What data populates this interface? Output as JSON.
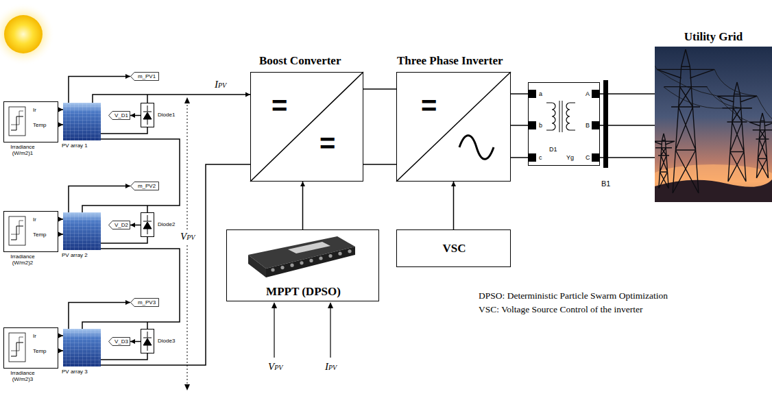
{
  "diagram": {
    "nodes": [
      {
        "text": [
          "Ir",
          "Temp",
          "Irradiance (W/m2)1"
        ]
      },
      {
        "text": [
          "PV array 1"
        ]
      },
      {
        "text": [
          "m_PV1"
        ]
      },
      {
        "text": [
          "V_D1"
        ]
      },
      {
        "text": [
          "Diode1"
        ]
      },
      {
        "text": [
          "Ir",
          "Temp",
          "Irradiance (W/m2)2"
        ]
      },
      {
        "text": [
          "PV array 2"
        ]
      },
      {
        "text": [
          "m_PV2"
        ]
      },
      {
        "text": [
          "V_D2"
        ]
      },
      {
        "text": [
          "Diode2"
        ]
      },
      {
        "text": [
          "Ir",
          "Temp",
          "Irradiance (W/m2)3"
        ]
      },
      {
        "text": [
          "PV array 3"
        ]
      },
      {
        "text": [
          "m_PV3"
        ]
      },
      {
        "text": [
          "V_D3"
        ]
      },
      {
        "text": [
          "Diode3"
        ]
      },
      {
        "text": [
          "Boost Converter",
          "=",
          "="
        ]
      },
      {
        "text": [
          "Three Phase Inverter",
          "="
        ]
      },
      {
        "text": [
          "a",
          "b",
          "c",
          "D1",
          "Yg",
          "A",
          "B",
          "C"
        ]
      },
      {
        "text": [
          "B1"
        ]
      },
      {
        "text": [
          "Utility Grid"
        ]
      },
      {
        "text": [
          "MPPT (DPSO)"
        ]
      },
      {
        "text": [
          "VSC"
        ]
      }
    ],
    "edges": [
      {
        "from": 0,
        "to": 1,
        "arrow": "to"
      },
      {
        "from": 1,
        "to": 2,
        "arrow": "to"
      },
      {
        "from": 4,
        "to": 3,
        "arrow": "to"
      },
      {
        "from": 1,
        "to": 4,
        "arrow": "none"
      },
      {
        "from": 1,
        "to": 15,
        "label": "IPV",
        "arrow": "to"
      },
      {
        "from": 1,
        "to": 6,
        "arrow": "none"
      },
      {
        "from": 5,
        "to": 6,
        "arrow": "to"
      },
      {
        "from": 6,
        "to": 7,
        "arrow": "to"
      },
      {
        "from": 9,
        "to": 8,
        "arrow": "to"
      },
      {
        "from": 6,
        "to": 9,
        "arrow": "none"
      },
      {
        "from": 6,
        "to": 11,
        "arrow": "none"
      },
      {
        "from": 10,
        "to": 11,
        "arrow": "to"
      },
      {
        "from": 11,
        "to": 12,
        "arrow": "to"
      },
      {
        "from": 14,
        "to": 13,
        "arrow": "to"
      },
      {
        "from": 11,
        "to": 14,
        "arrow": "none"
      },
      {
        "from": 11,
        "to": 15,
        "arrow": "none"
      },
      {
        "from": 15,
        "to": 16,
        "arrow": "none"
      },
      {
        "from": 16,
        "to": 17,
        "arrow": "none"
      },
      {
        "from": 17,
        "to": 18,
        "arrow": "none"
      },
      {
        "from": 18,
        "to": 19,
        "arrow": "none"
      },
      {
        "from": 20,
        "to": 15,
        "arrow": "to"
      },
      {
        "from": 21,
        "to": 16,
        "arrow": "to"
      }
    ],
    "labels": [
      "VPV",
      "VPV",
      "IPV",
      "DPSO: Deterministic Particle Swarm Optimization",
      "VSC: Voltage Source Control of the inverter"
    ]
  }
}
